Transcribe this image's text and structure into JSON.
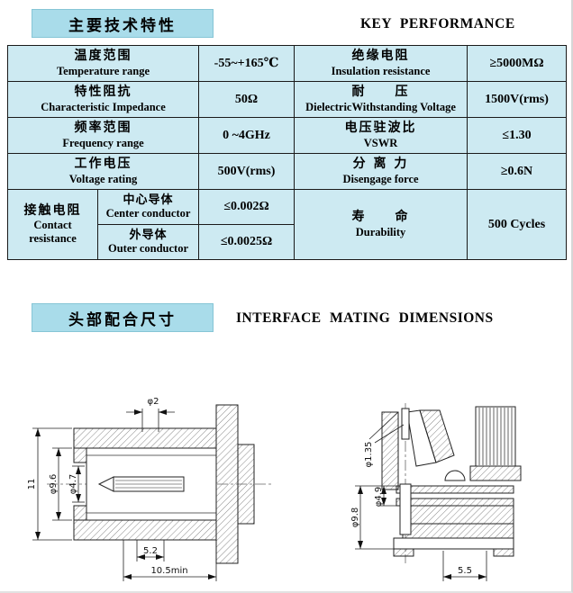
{
  "sections": {
    "s1_cn": "主要技术特性",
    "s1_en": "KEY PERFORMANCE",
    "s2_cn": "头部配合尺寸",
    "s2_en": "INTERFACE MATING DIMENSIONS"
  },
  "table": {
    "rows": [
      {
        "p1_cn": "温度范围",
        "p1_en": "Temperature range",
        "v1": "-55~+165℃",
        "p2_cn": "绝缘电阻",
        "p2_en": "Insulation resistance",
        "v2": "≥5000MΩ"
      },
      {
        "p1_cn": "特性阻抗",
        "p1_en": "Characteristic Impedance",
        "v1": "50Ω",
        "p2_cn": "耐　　压",
        "p2_en": "DielectricWithstanding Voltage",
        "v2": "1500V(rms)"
      },
      {
        "p1_cn": "频率范围",
        "p1_en": "Frequency range",
        "v1": "0 ~4GHz",
        "p2_cn": "电压驻波比",
        "p2_en": "VSWR",
        "v2": "≤1.30"
      },
      {
        "p1_cn": "工作电压",
        "p1_en": "Voltage rating",
        "v1": "500V(rms)",
        "p2_cn": "分 离 力",
        "p2_en": "Disengage force",
        "v2": "≥0.6N"
      }
    ],
    "contact": {
      "label_cn": "接触电阻",
      "label_en": "Contact resistance",
      "sub1_cn": "中心导体",
      "sub1_en": "Center conductor",
      "sub1_v": "≤0.002Ω",
      "sub2_cn": "外导体",
      "sub2_en": "Outer conductor",
      "sub2_v": "≤0.0025Ω",
      "p2_cn": "寿　　命",
      "p2_en": "Durability",
      "v2": "500 Cycles"
    }
  },
  "drawing_left": {
    "dims": {
      "top": "φ2",
      "height": "11",
      "bore": "φ9.6",
      "inner": "φ4.7",
      "depth": "5.2",
      "min_len": "10.5min"
    }
  },
  "drawing_right": {
    "dims": {
      "pin": "φ1.35",
      "inner": "φ4.9",
      "outer": "φ9.8",
      "depth": "5.5"
    }
  }
}
